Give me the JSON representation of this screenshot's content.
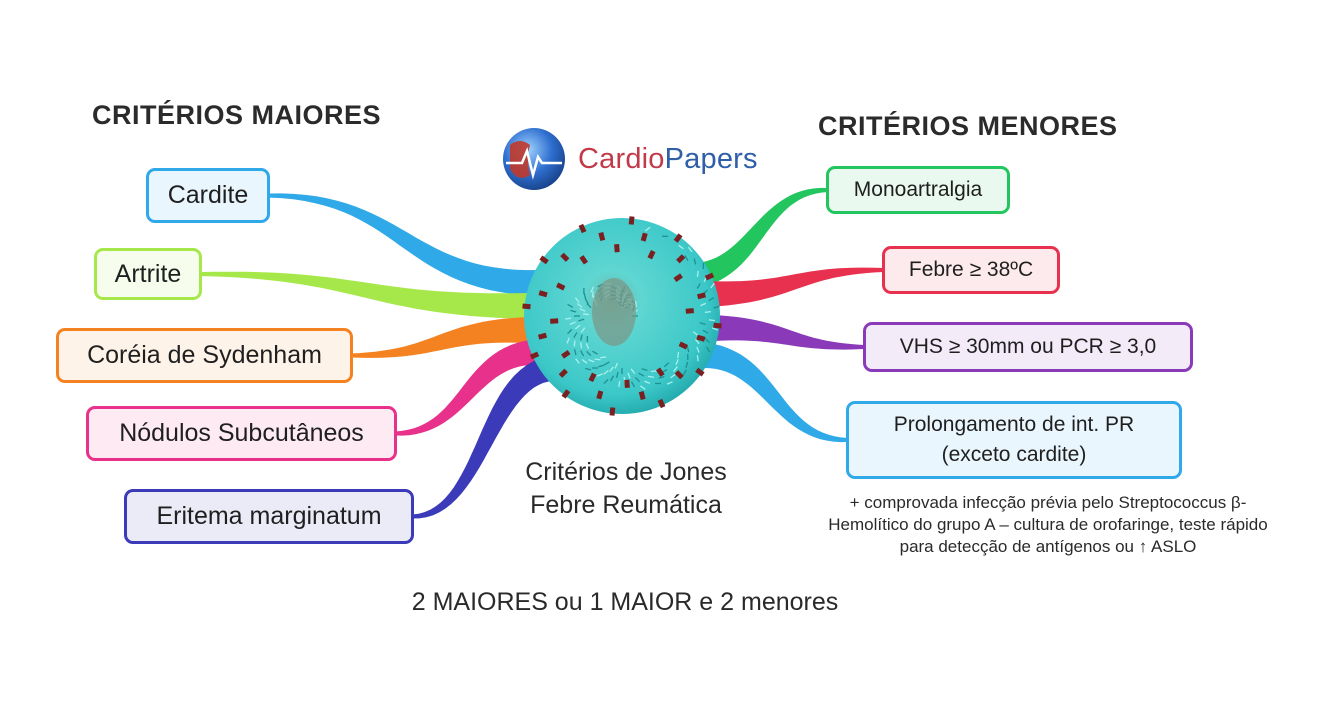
{
  "headings": {
    "major": "CRITÉRIOS MAIORES",
    "minor": "CRITÉRIOS MENORES"
  },
  "logo": {
    "part1": "Cardio",
    "part2": "Papers",
    "icon": "globe-heartbeat-icon"
  },
  "center": {
    "line1": "Critérios de Jones",
    "line2": "Febre Reumática"
  },
  "major_criteria": [
    {
      "label": "Cardite",
      "color": "#2fa9e8"
    },
    {
      "label": "Artrite",
      "color": "#a6e84a"
    },
    {
      "label": "Coréia de Sydenham",
      "color": "#f58220"
    },
    {
      "label": "Nódulos Subcutâneos",
      "color": "#e8318a"
    },
    {
      "label": "Eritema marginatum",
      "color": "#3b3ab8"
    }
  ],
  "minor_criteria": [
    {
      "lines": [
        "Monoartralgia"
      ],
      "color": "#22c55e"
    },
    {
      "lines": [
        "Febre ≥ 38ºC"
      ],
      "color": "#e8314f"
    },
    {
      "lines": [
        "VHS ≥ 30mm ou PCR ≥ 3,0"
      ],
      "color": "#8a3ab8"
    },
    {
      "lines": [
        "Prolongamento de int. PR",
        "(exceto cardite)"
      ],
      "color": "#2fa9e8"
    }
  ],
  "footnote": {
    "line1": "+ comprovada infecção prévia pelo Streptococcus β-",
    "line2": "Hemolítico do grupo A – cultura de orofaringe, teste rápido",
    "line3": "para detecção de antígenos ou ↑ ASLO"
  },
  "rule": "2 MAIORES ou 1 MAIOR e 2 menores"
}
